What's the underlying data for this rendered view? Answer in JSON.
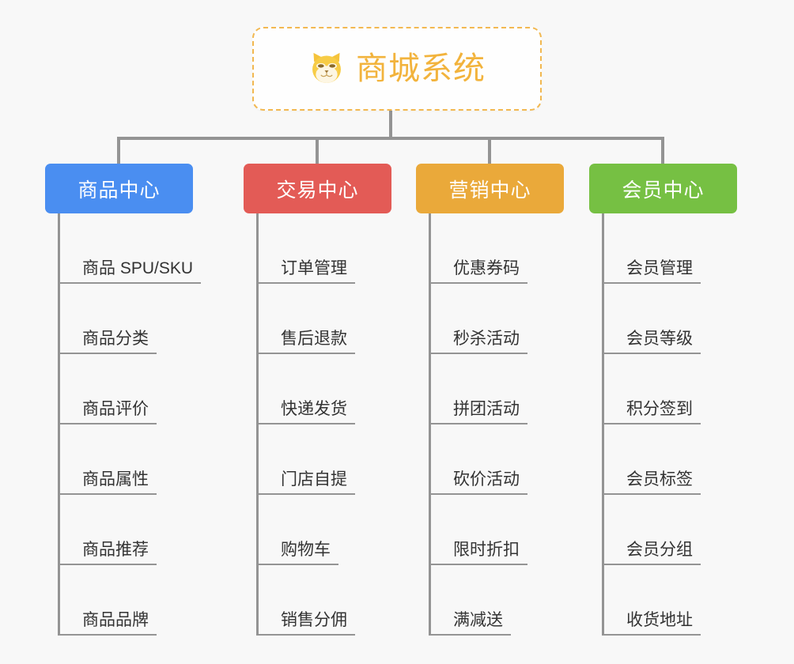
{
  "page": {
    "background_color": "#f8f8f8",
    "type": "mind-map"
  },
  "root": {
    "title": "商城系统",
    "icon": "shiba-dog-face-icon",
    "border_color": "#f2b851",
    "text_color": "#f2b33c"
  },
  "branches": [
    {
      "label": "商品中心",
      "color": "#4a8ef1",
      "items": [
        "商品 SPU/SKU",
        "商品分类",
        "商品评价",
        "商品属性",
        "商品推荐",
        "商品品牌"
      ]
    },
    {
      "label": "交易中心",
      "color": "#e35b56",
      "items": [
        "订单管理",
        "售后退款",
        "快递发货",
        "门店自提",
        "购物车",
        "销售分佣"
      ]
    },
    {
      "label": "营销中心",
      "color": "#eaa93a",
      "items": [
        "优惠券码",
        "秒杀活动",
        "拼团活动",
        "砍价活动",
        "限时折扣",
        "满减送"
      ]
    },
    {
      "label": "会员中心",
      "color": "#76c043",
      "items": [
        "会员管理",
        "会员等级",
        "积分签到",
        "会员标签",
        "会员分组",
        "收货地址"
      ]
    }
  ],
  "connector": {
    "color": "#949494"
  }
}
